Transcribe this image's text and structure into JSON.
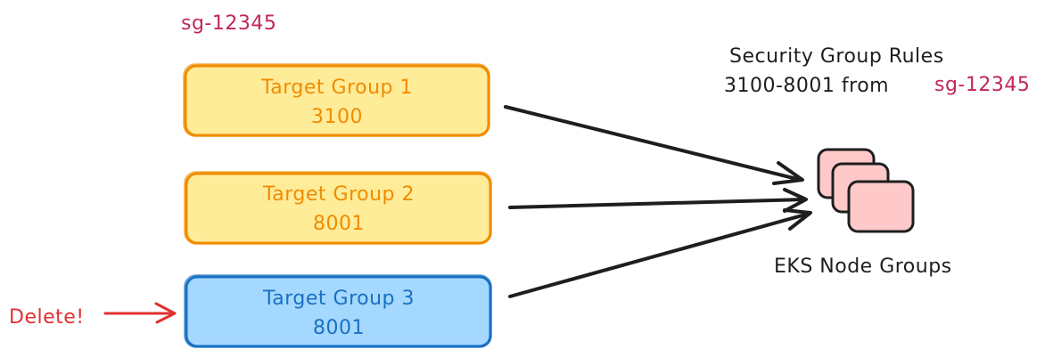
{
  "security_group_label": "sg-12345",
  "target_groups": [
    {
      "name": "Target Group 1",
      "port": "3100",
      "status": "normal"
    },
    {
      "name": "Target Group 2",
      "port": "8001",
      "status": "normal"
    },
    {
      "name": "Target Group 3",
      "port": "8001",
      "status": "delete"
    }
  ],
  "rules": {
    "title": "Security Group Rules",
    "range_text": "3100-8001 from",
    "source_sg": "sg-12345"
  },
  "node_groups_label": "EKS Node Groups",
  "delete_label": "Delete!",
  "colors": {
    "normal_fill": "#ffec99",
    "normal_stroke": "#f08c00",
    "normal_text": "#f08c00",
    "delete_fill": "#a5d8ff",
    "delete_stroke": "#1971c2",
    "delete_text": "#1971c2",
    "sg_text": "#c2255c",
    "node_fill": "#ffc9c9",
    "arrow": "#1e1e1e",
    "delete_arrow": "#e03131"
  }
}
